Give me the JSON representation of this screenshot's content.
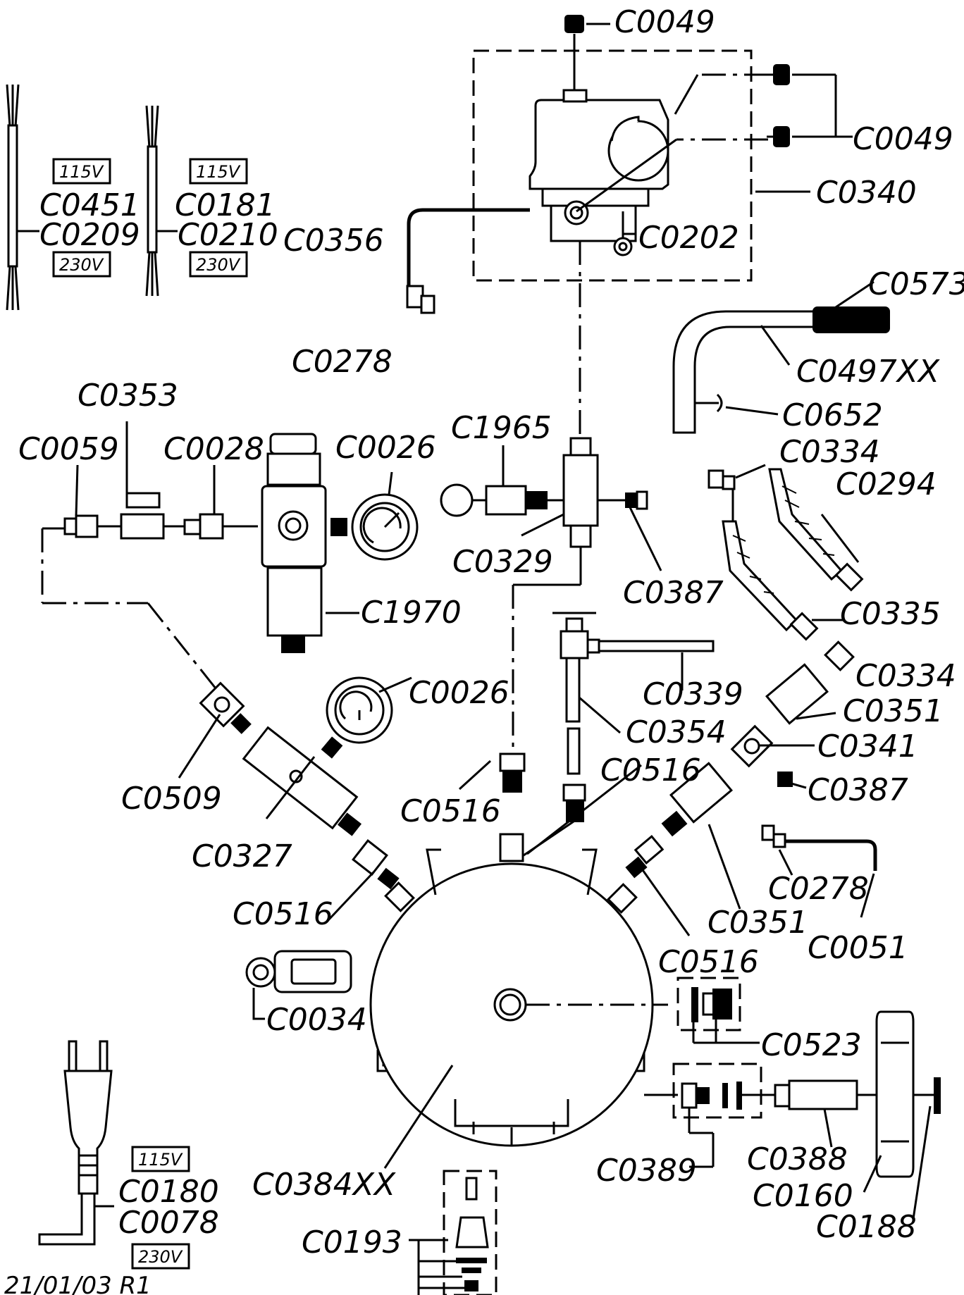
{
  "labels": {
    "c0049_top": "C0049",
    "c0049_right": "C0049",
    "c0340": "C0340",
    "c0202": "C0202",
    "c0356": "C0356",
    "c0278_top": "C0278",
    "c0451": "C0451",
    "c0209": "C0209",
    "c0181": "C0181",
    "c0210": "C0210",
    "c0573": "C0573",
    "c0497xx": "C0497XX",
    "c0652": "C0652",
    "c0353": "C0353",
    "c0059": "C0059",
    "c0028": "C0028",
    "c0026_top": "C0026",
    "c1965": "C1965",
    "c0329": "C0329",
    "c0387_top": "C0387",
    "c1970": "C1970",
    "c0334_top": "C0334",
    "c0294": "C0294",
    "c0335": "C0335",
    "c0334_mid": "C0334",
    "c0339": "C0339",
    "c0354": "C0354",
    "c0351_top": "C0351",
    "c0341": "C0341",
    "c0387_mid": "C0387",
    "c0026_mid": "C0026",
    "c0509": "C0509",
    "c0516_center": "C0516",
    "c0516_right_tube": "C0516",
    "c0327": "C0327",
    "c0516_left": "C0516",
    "c0278_right": "C0278",
    "c0351_bottom": "C0351",
    "c0051": "C0051",
    "c0516_right": "C0516",
    "c0034": "C0034",
    "c0523": "C0523",
    "c0389": "C0389",
    "c0388": "C0388",
    "c0160": "C0160",
    "c0188": "C0188",
    "c0384xx": "C0384XX",
    "c0193": "C0193",
    "c0180": "C0180",
    "c0078": "C0078"
  },
  "voltage_tags": {
    "cable1_115": "115V",
    "cable1_230": "230V",
    "cable2_115": "115V",
    "cable2_230": "230V",
    "plug_115": "115V",
    "plug_230": "230V"
  },
  "footer": {
    "date_code": "21/01/03   R1"
  }
}
